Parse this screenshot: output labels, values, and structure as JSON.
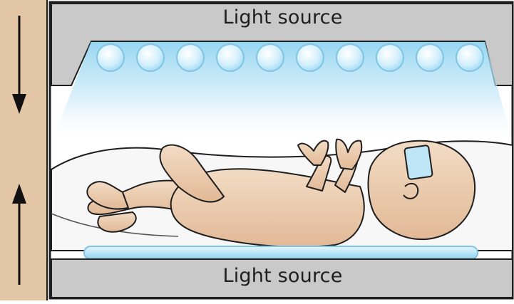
{
  "top_light": {
    "label": "Light source",
    "bulb_count": 10
  },
  "bottom_light": {
    "label": "Light source"
  },
  "colors": {
    "side_panel": "#e3c6a6",
    "housing": "#c9c9c9",
    "light_glow": "#8fd3f0",
    "bulb": "#cdeefc",
    "skin": "#efd2b6",
    "outline": "#1e1e1e"
  },
  "icons": {
    "downward_arrow": "arrow-down-icon",
    "upward_arrow": "arrow-up-icon"
  }
}
